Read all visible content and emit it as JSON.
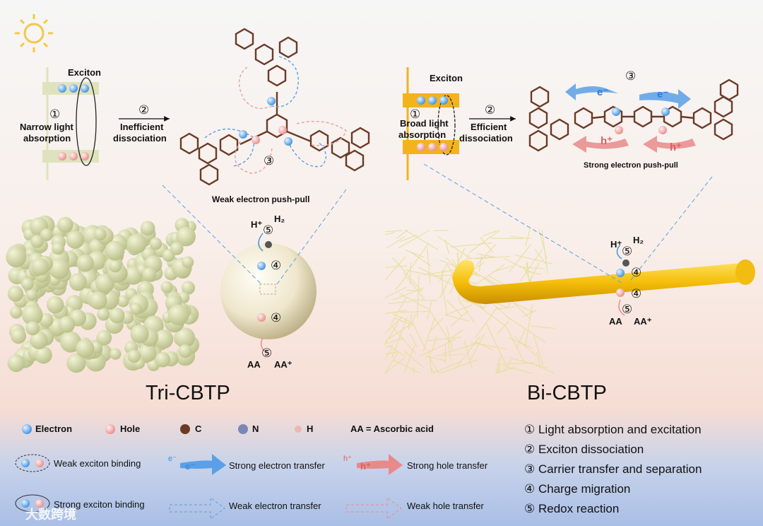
{
  "panels": {
    "left": {
      "title": "Tri-CBTP",
      "exciton": "Exciton",
      "step1_num": "①",
      "step1_text": [
        "Narrow light",
        "absorption"
      ],
      "step2_num": "②",
      "step2_text": [
        "Inefficient",
        "dissociation"
      ],
      "step3_num": "③",
      "push_pull": "Weak electron push-pull",
      "h_plus": "H⁺",
      "h2": "H₂",
      "aa": "AA",
      "aa_plus": "AA⁺",
      "n4": "④",
      "n5": "⑤"
    },
    "right": {
      "title": "Bi-CBTP",
      "exciton": "Exciton",
      "step1_num": "①",
      "step1_text": [
        "Broad light",
        "absorption"
      ],
      "step2_num": "②",
      "step2_text": [
        "Efficient",
        "dissociation"
      ],
      "step3_num": "③",
      "push_pull": "Strong electron push-pull",
      "h_plus": "H⁺",
      "h2": "H₂",
      "aa": "AA",
      "aa_plus": "AA⁺",
      "n4": "④",
      "n5": "⑤",
      "e_minus": "e⁻",
      "h_plus_carrier": "h⁺"
    }
  },
  "legend": {
    "electron": "Electron",
    "hole": "Hole",
    "carbon": "C",
    "nitrogen": "N",
    "hydrogen": "H",
    "aa_def": "AA = Ascorbic acid",
    "weak_binding": "Weak exciton binding",
    "strong_binding": "Strong exciton binding",
    "strong_e": "Strong electron transfer",
    "strong_h": "Strong hole transfer",
    "weak_e": "Weak electron transfer",
    "weak_h": "Weak hole transfer",
    "e_symbol": "e⁻",
    "h_symbol": "h⁺"
  },
  "steps": [
    "① Light absorption and excitation",
    "② Exciton dissociation",
    "③ Carrier transfer and separation",
    "④ Charge migration",
    "⑤ Redox reaction"
  ],
  "watermark": "大数跨境",
  "colors": {
    "electron": "#3b8fe0",
    "hole": "#e98a8a",
    "carbon": "#6b3a26",
    "nitrogen": "#7c86b8",
    "tri_band": "#dfe3bd",
    "bi_band": "#f2b31c",
    "fiber": "#f4c30e",
    "sphere_light": "#fffaf0",
    "sphere_dark": "#c8bd95"
  }
}
